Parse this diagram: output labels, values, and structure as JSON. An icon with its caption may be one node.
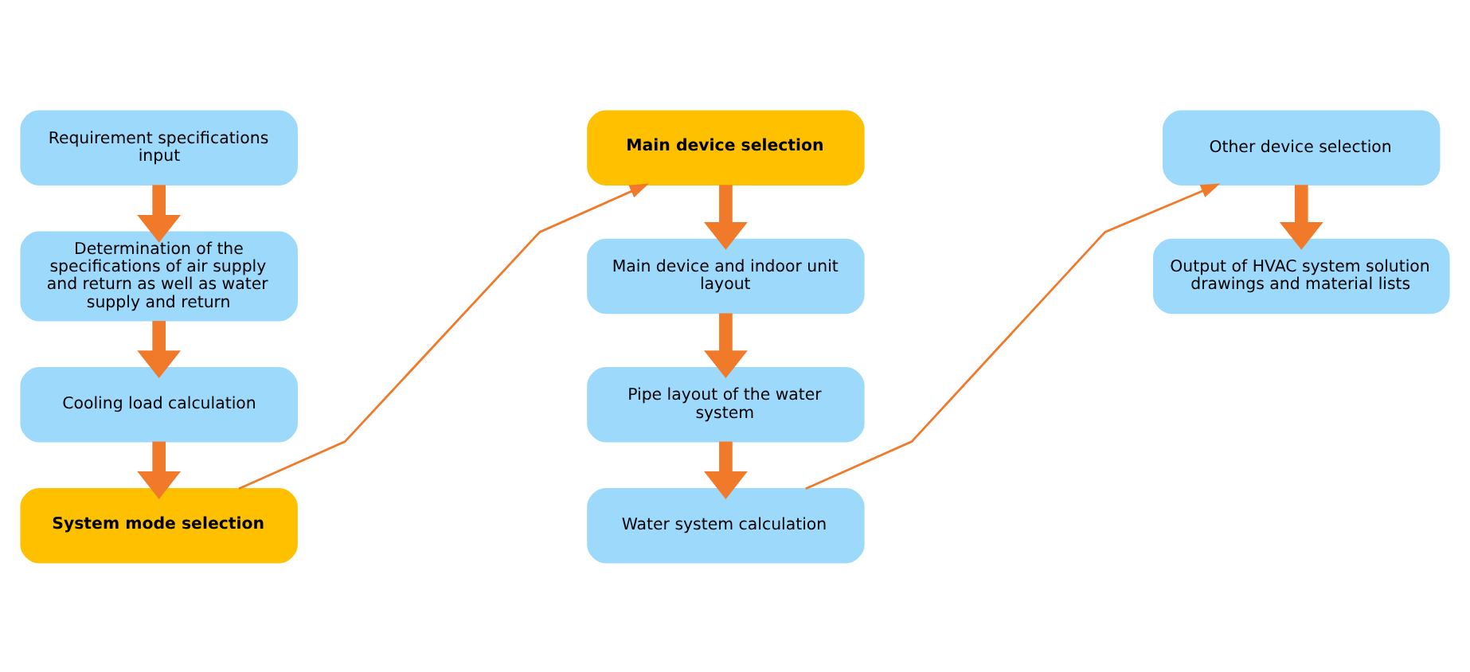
{
  "diagram": {
    "nodes": [
      {
        "text": [
          "Requirement specifications input"
        ]
      },
      {
        "text": [
          "Determination of the specifications of air supply and return as well as water supply and return"
        ]
      },
      {
        "text": [
          "Cooling load calculation"
        ]
      },
      {
        "text": [
          "System mode selection"
        ]
      },
      {
        "text": [
          "Main device selection"
        ]
      },
      {
        "text": [
          "Main device and indoor unit layout"
        ]
      },
      {
        "text": [
          "Pipe layout of the water system"
        ]
      },
      {
        "text": [
          "Water system calculation"
        ]
      },
      {
        "text": [
          "Other device selection"
        ]
      },
      {
        "text": [
          "Output of HVAC system solution drawings and material lists"
        ]
      }
    ],
    "edges": [
      {
        "from": 0,
        "to": 1,
        "arrow": "to"
      },
      {
        "from": 1,
        "to": 2,
        "arrow": "to"
      },
      {
        "from": 2,
        "to": 3,
        "arrow": "to"
      },
      {
        "from": 3,
        "to": 4,
        "arrow": "to"
      },
      {
        "from": 4,
        "to": 5,
        "arrow": "to"
      },
      {
        "from": 5,
        "to": 6,
        "arrow": "to"
      },
      {
        "from": 6,
        "to": 7,
        "arrow": "to"
      },
      {
        "from": 7,
        "to": 8,
        "arrow": "to"
      },
      {
        "from": 8,
        "to": 9,
        "arrow": "to"
      }
    ]
  }
}
